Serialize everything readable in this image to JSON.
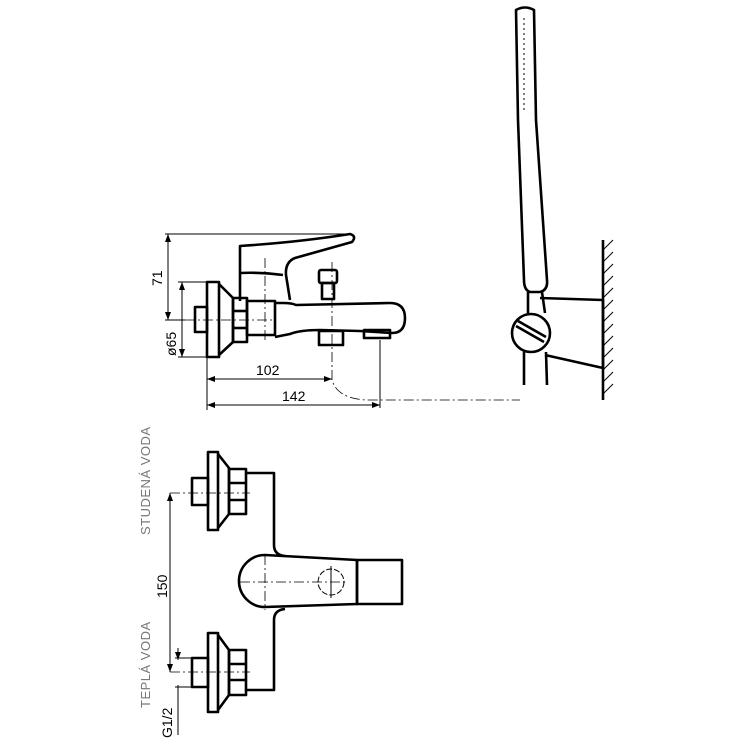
{
  "dimensions": {
    "height": "71",
    "diameter": "ø65",
    "spout_axis": "102",
    "overall_length": "142",
    "inlet_spacing": "150",
    "thread": "G1/2"
  },
  "labels": {
    "cold_water": "STUDENÁ VODA",
    "hot_water": "TEPLÁ VODA"
  }
}
